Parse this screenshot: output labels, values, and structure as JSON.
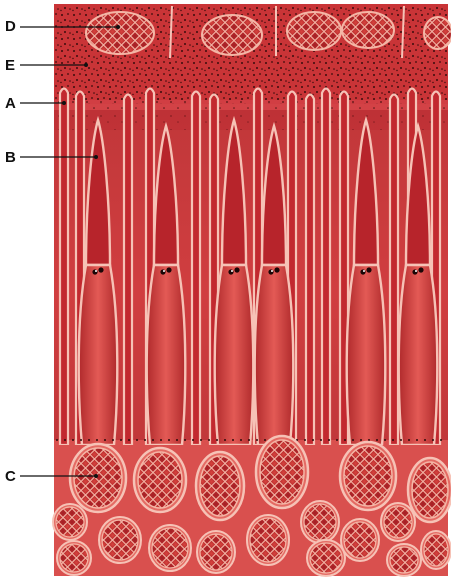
{
  "labels": {
    "d": "D",
    "e": "E",
    "a": "A",
    "b": "B",
    "c": "C"
  },
  "colors": {
    "background": "#ffffff",
    "tissue_dark": "#b0262b",
    "tissue_mid": "#d63c3f",
    "tissue_light": "#e9706a",
    "cell_wall": "#f6c2b6",
    "nucleus_fill": "#c73431",
    "nucleus_net": "#f3b4a5",
    "speckle": "#3a0c0c",
    "leader_line": "#111111"
  }
}
